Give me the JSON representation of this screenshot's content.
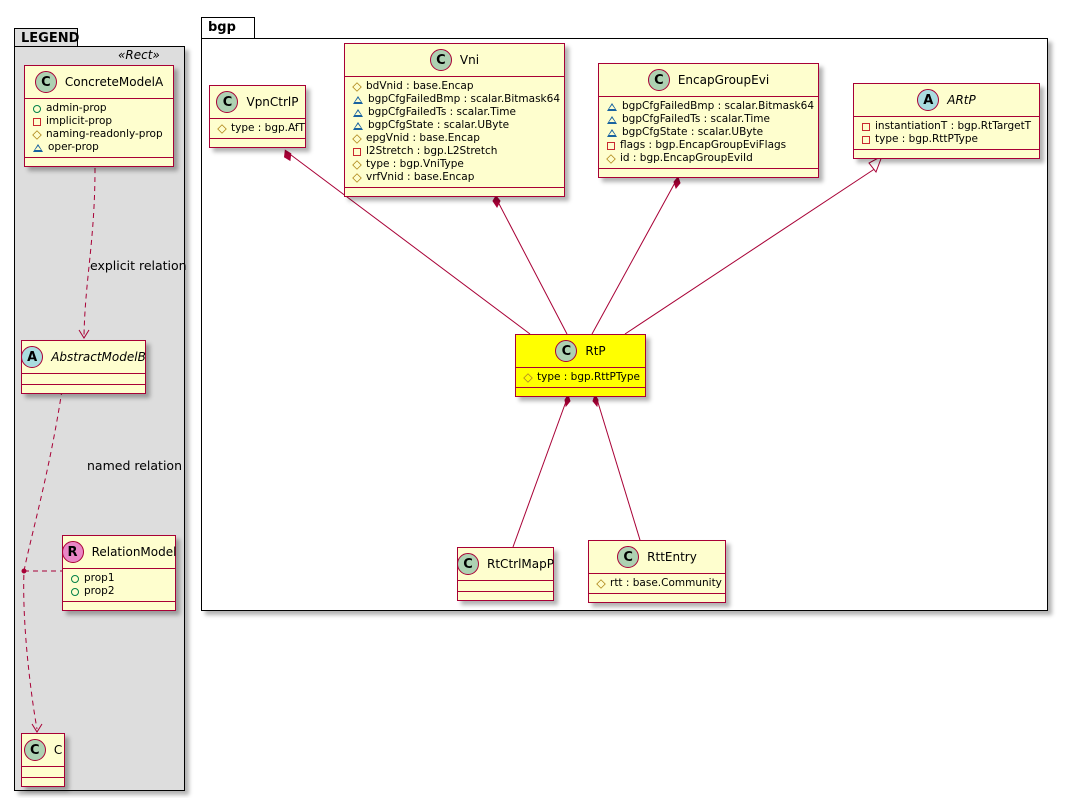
{
  "legend": {
    "package_name": "LEGEND",
    "stereotype": "«Rect»",
    "edge_labels": {
      "explicit": "explicit relation",
      "named": "named relation"
    }
  },
  "bgp": {
    "package_name": "bgp"
  },
  "colors": {
    "class_fill": "#fefece",
    "highlight_fill": "#ffff00",
    "border": "#a80036",
    "class_circle": "#add1b2",
    "abstract_circle": "#a9dcdf",
    "relation_circle": "#ea86c6",
    "legend_bg": "#dddddd"
  },
  "classes": [
    {
      "id": "ConcreteModelA",
      "kind": "C",
      "name": "ConcreteModelA",
      "attrs": [
        {
          "vis": "public",
          "text": "admin-prop"
        },
        {
          "vis": "private",
          "text": "implicit-prop"
        },
        {
          "vis": "protected",
          "text": "naming-readonly-prop"
        },
        {
          "vis": "package",
          "text": "oper-prop"
        }
      ]
    },
    {
      "id": "AbstractModelB",
      "kind": "A",
      "name": "AbstractModelB",
      "abstract": true,
      "attrs": []
    },
    {
      "id": "RelationModel",
      "kind": "R",
      "name": "RelationModel",
      "attrs": [
        {
          "vis": "public",
          "text": "prop1"
        },
        {
          "vis": "public",
          "text": "prop2"
        }
      ]
    },
    {
      "id": "C",
      "kind": "C",
      "name": "C",
      "attrs": []
    },
    {
      "id": "VpnCtrlP",
      "kind": "C",
      "name": "VpnCtrlP",
      "attrs": [
        {
          "vis": "protected",
          "text": "type : bgp.AfT"
        }
      ]
    },
    {
      "id": "Vni",
      "kind": "C",
      "name": "Vni",
      "attrs": [
        {
          "vis": "protected",
          "text": "bdVnid : base.Encap"
        },
        {
          "vis": "package",
          "text": "bgpCfgFailedBmp : scalar.Bitmask64"
        },
        {
          "vis": "package",
          "text": "bgpCfgFailedTs : scalar.Time"
        },
        {
          "vis": "package",
          "text": "bgpCfgState : scalar.UByte"
        },
        {
          "vis": "protected",
          "text": "epgVnid : base.Encap"
        },
        {
          "vis": "private",
          "text": "l2Stretch : bgp.L2Stretch"
        },
        {
          "vis": "protected",
          "text": "type : bgp.VniType"
        },
        {
          "vis": "protected",
          "text": "vrfVnid : base.Encap"
        }
      ]
    },
    {
      "id": "EncapGroupEvi",
      "kind": "C",
      "name": "EncapGroupEvi",
      "attrs": [
        {
          "vis": "package",
          "text": "bgpCfgFailedBmp : scalar.Bitmask64"
        },
        {
          "vis": "package",
          "text": "bgpCfgFailedTs : scalar.Time"
        },
        {
          "vis": "package",
          "text": "bgpCfgState : scalar.UByte"
        },
        {
          "vis": "private",
          "text": "flags : bgp.EncapGroupEviFlags"
        },
        {
          "vis": "protected",
          "text": "id : bgp.EncapGroupEviId"
        }
      ]
    },
    {
      "id": "ARtP",
      "kind": "A",
      "name": "ARtP",
      "abstract": true,
      "attrs": [
        {
          "vis": "private",
          "text": "instantiationT : bgp.RtTargetT"
        },
        {
          "vis": "private",
          "text": "type : bgp.RttPType"
        }
      ]
    },
    {
      "id": "RtP",
      "kind": "C",
      "name": "RtP",
      "highlight": true,
      "attrs": [
        {
          "vis": "protected",
          "text": "type : bgp.RttPType"
        }
      ]
    },
    {
      "id": "RtCtrlMapP",
      "kind": "C",
      "name": "RtCtrlMapP",
      "attrs": []
    },
    {
      "id": "RttEntry",
      "kind": "C",
      "name": "RttEntry",
      "attrs": [
        {
          "vis": "protected",
          "text": "rtt : base.Community"
        }
      ]
    }
  ],
  "relations": [
    {
      "from": "RtP",
      "to": "VpnCtrlP",
      "type": "composition"
    },
    {
      "from": "RtP",
      "to": "Vni",
      "type": "composition"
    },
    {
      "from": "RtP",
      "to": "EncapGroupEvi",
      "type": "composition"
    },
    {
      "from": "RtP",
      "to": "ARtP",
      "type": "inheritance"
    },
    {
      "from": "RtCtrlMapP",
      "to": "RtP",
      "type": "composition"
    },
    {
      "from": "RttEntry",
      "to": "RtP",
      "type": "composition"
    },
    {
      "from": "ConcreteModelA",
      "to": "AbstractModelB",
      "type": "dependency",
      "label": "explicit relation"
    },
    {
      "from": "AbstractModelB",
      "to": "C",
      "type": "dependency",
      "label": "named relation"
    }
  ]
}
